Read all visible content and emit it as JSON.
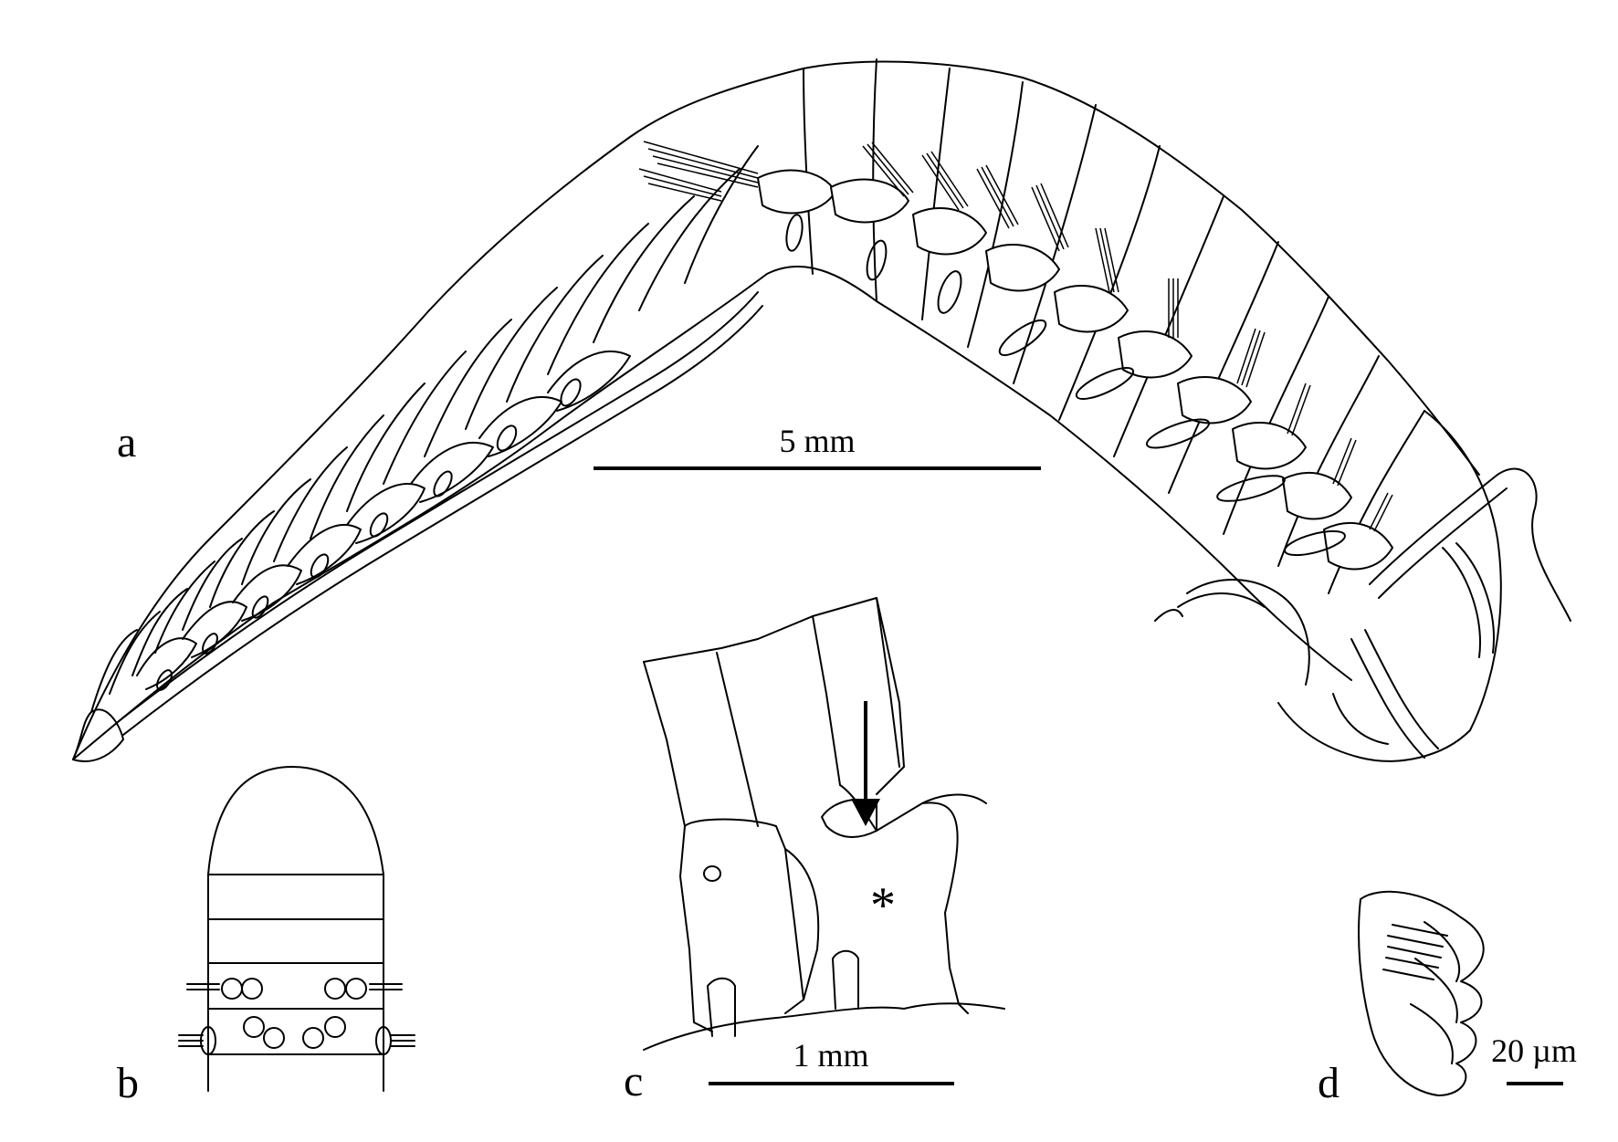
{
  "panels": {
    "a": {
      "label": "a",
      "scale_label": "5 mm"
    },
    "b": {
      "label": "b"
    },
    "c": {
      "label": "c",
      "scale_label": "1 mm"
    },
    "d": {
      "label": "d",
      "scale_label": "20 µm"
    }
  }
}
